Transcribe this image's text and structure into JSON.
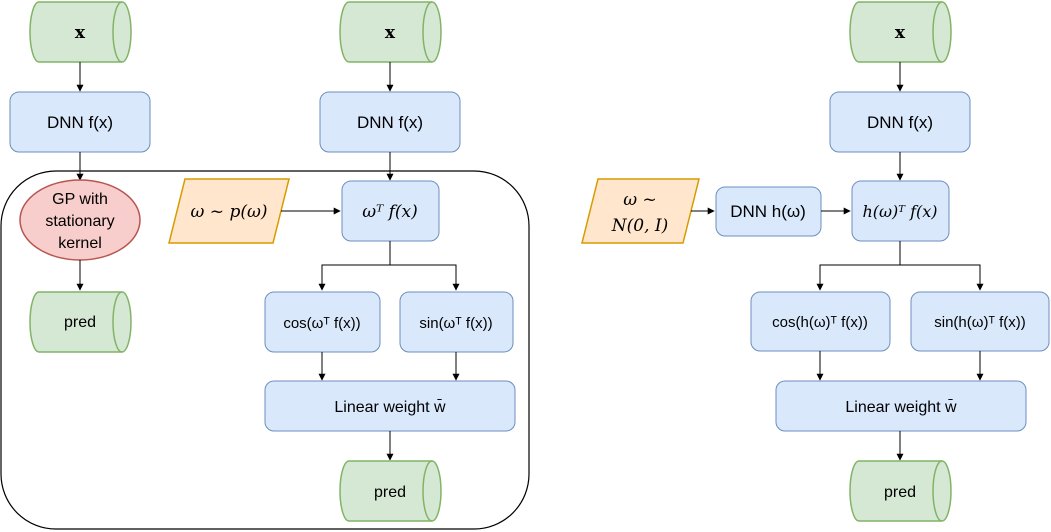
{
  "colors": {
    "cylinder_fill": "#d5e8d4",
    "cylinder_stroke": "#82b366",
    "box_fill": "#dae8fc",
    "box_stroke": "#6c8ebf",
    "ellipse_fill": "#f8cecc",
    "ellipse_stroke": "#b85450",
    "para_fill": "#ffe6cc",
    "para_stroke": "#d79b00",
    "line": "#000000"
  },
  "left": {
    "input_x": "x",
    "dnn": "DNN f(x)",
    "gp_line1": "GP with",
    "gp_line2": "stationary",
    "gp_line3": "kernel",
    "pred": "pred"
  },
  "middle": {
    "input_x": "x",
    "dnn": "DNN f(x)",
    "omega_sample": "ω ~ p(ω)",
    "projection": "ωᵀ f(x)",
    "cos": "cos(ωᵀ f(x))",
    "sin": "sin(ωᵀ f(x))",
    "linear": "Linear weight w̄",
    "pred": "pred"
  },
  "right": {
    "input_x": "x",
    "dnn": "DNN f(x)",
    "omega_line1": "ω ~",
    "omega_line2": "N(0, I)",
    "dnn_h": "DNN h(ω)",
    "projection": "h(ω)ᵀ f(x)",
    "cos": "cos(h(ω)ᵀ f(x))",
    "sin": "sin(h(ω)ᵀ f(x))",
    "linear": "Linear weight w̄",
    "pred": "pred"
  }
}
